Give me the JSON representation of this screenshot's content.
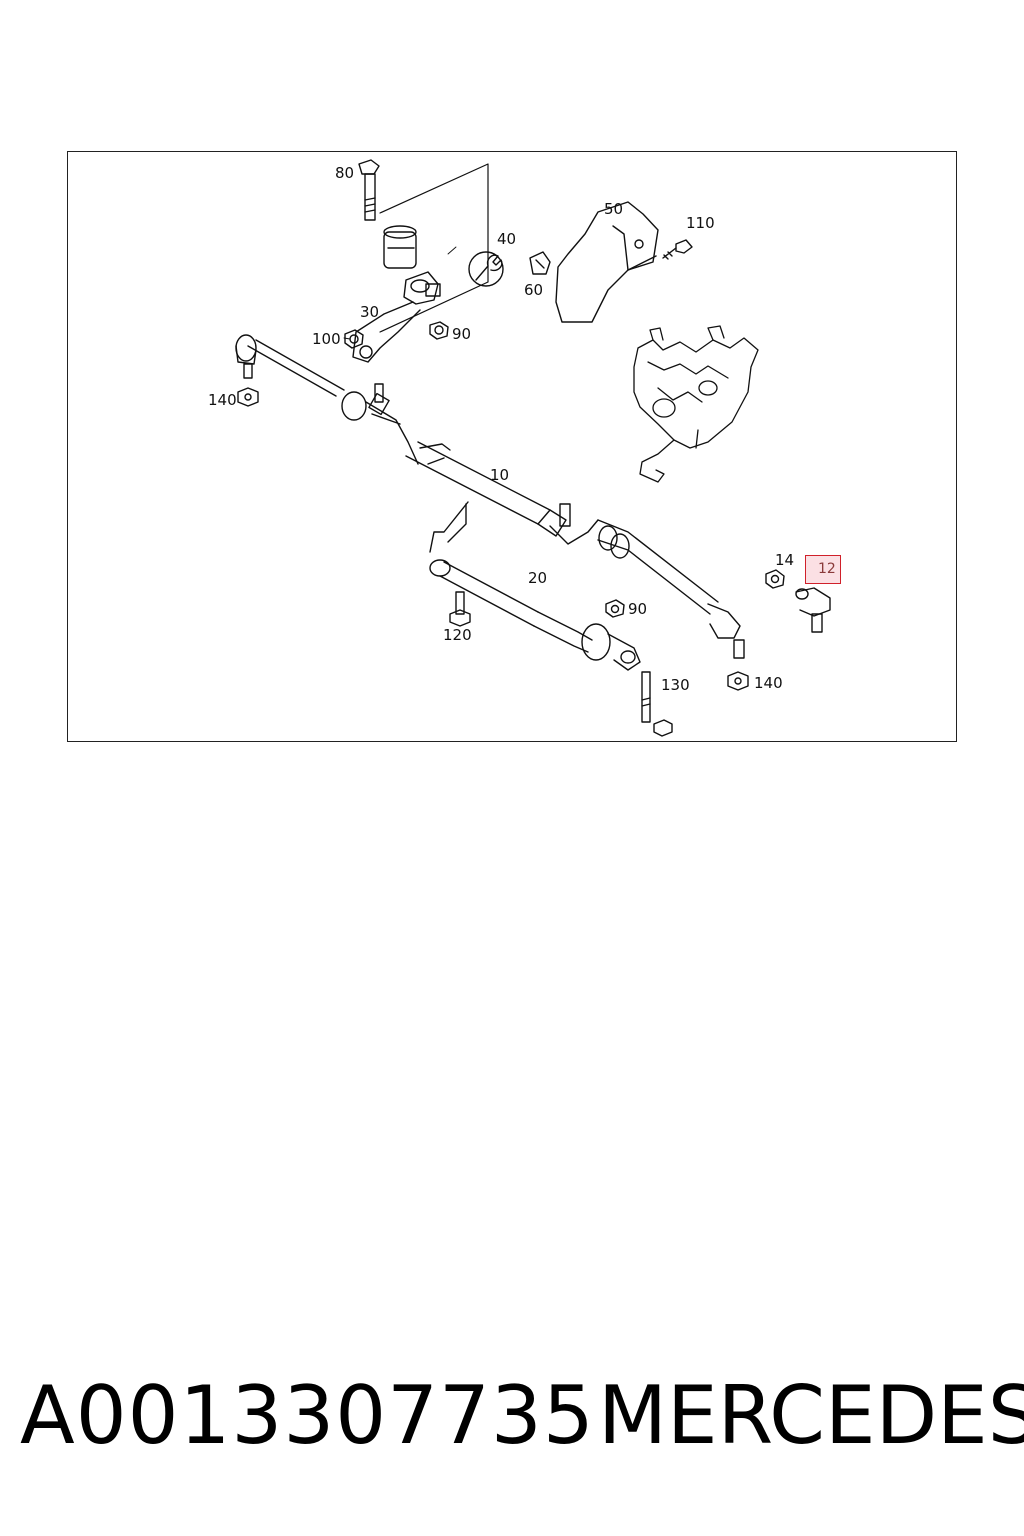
{
  "diagram": {
    "callouts": {
      "c80": "80",
      "c40": "40",
      "c50": "50",
      "c110": "110",
      "c60": "60",
      "c30": "30",
      "c100": "100",
      "c90a": "90",
      "c140a": "140",
      "c10": "10",
      "c14": "14",
      "c12": "12",
      "c20": "20",
      "c90b": "90",
      "c120": "120",
      "c130": "130",
      "c140b": "140"
    },
    "highlighted_callout": "12",
    "highlight_color": "#d0202a"
  },
  "footer": {
    "part_number": "A0013307735",
    "brand": "MERCEDES"
  }
}
